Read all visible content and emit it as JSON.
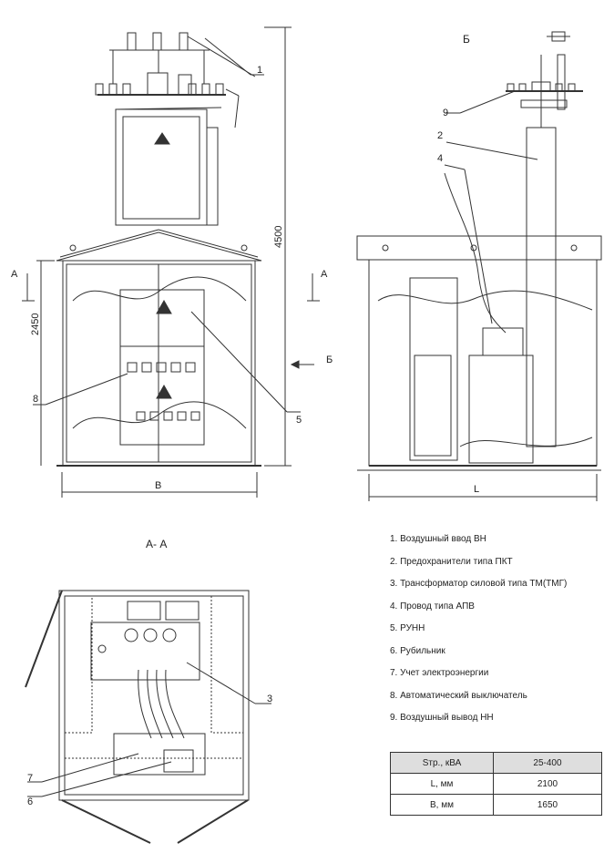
{
  "views": {
    "front": {
      "width_label": "B",
      "height_total": "4500",
      "height_lower": "2450"
    },
    "side": {
      "title": "Б",
      "length_label": "L"
    },
    "section": {
      "title": "А- А"
    },
    "section_marks": {
      "left": "А",
      "right": "А",
      "side_arrow": "Б"
    }
  },
  "callouts": {
    "c1": "1",
    "c2": "2",
    "c3": "3",
    "c4": "4",
    "c5": "5",
    "c6": "6",
    "c7": "7",
    "c8": "8",
    "c9": "9"
  },
  "legend": [
    "1. Воздушный ввод ВН",
    "2. Предохранители типа ПКТ",
    "3. Трансформатор силовой типа ТМ(ТМГ)",
    "4. Провод типа АПВ",
    "5. РУНН",
    "6. Рубильник",
    "7. Учет электроэнергии",
    "8. Автоматический выключатель",
    "9. Воздушный вывод НН"
  ],
  "spec_table": {
    "header": [
      "Sтр., кВА",
      "25-400"
    ],
    "rows": [
      [
        "L, мм",
        "2100"
      ],
      [
        "B, мм",
        "1650"
      ]
    ]
  }
}
